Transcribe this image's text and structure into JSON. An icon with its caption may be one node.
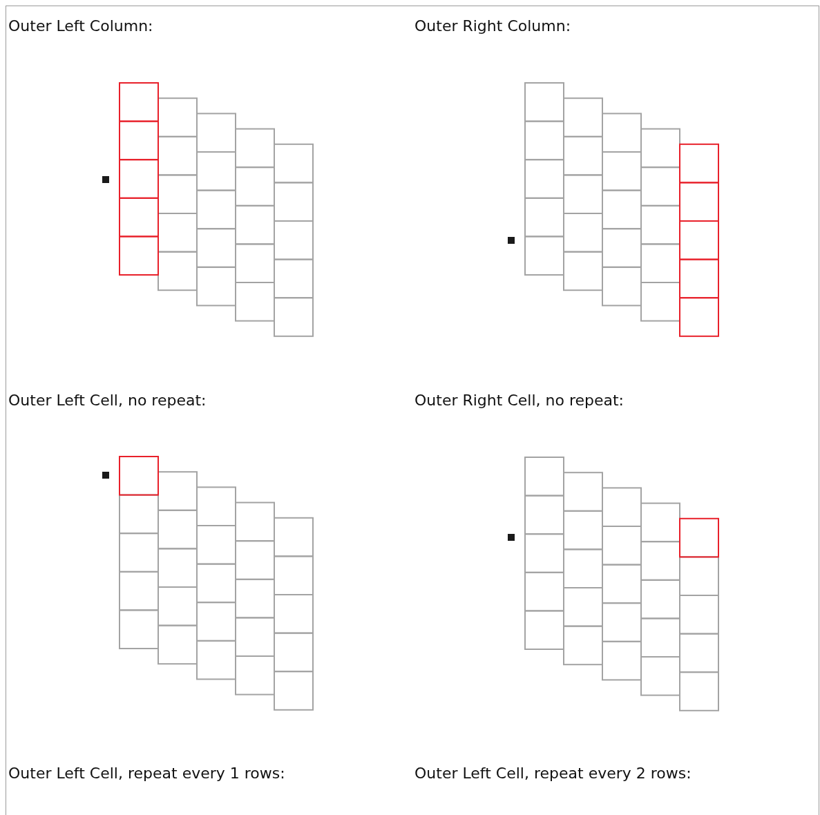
{
  "diagram": {
    "labels": [
      "Outer Left Column:",
      "Outer Right Column:",
      "Outer Left Cell, no repeat:",
      "Outer Right Cell, no repeat:",
      "Outer Left Cell, repeat every 1 rows:",
      "Outer Left Cell, repeat every 2 rows:"
    ]
  }
}
